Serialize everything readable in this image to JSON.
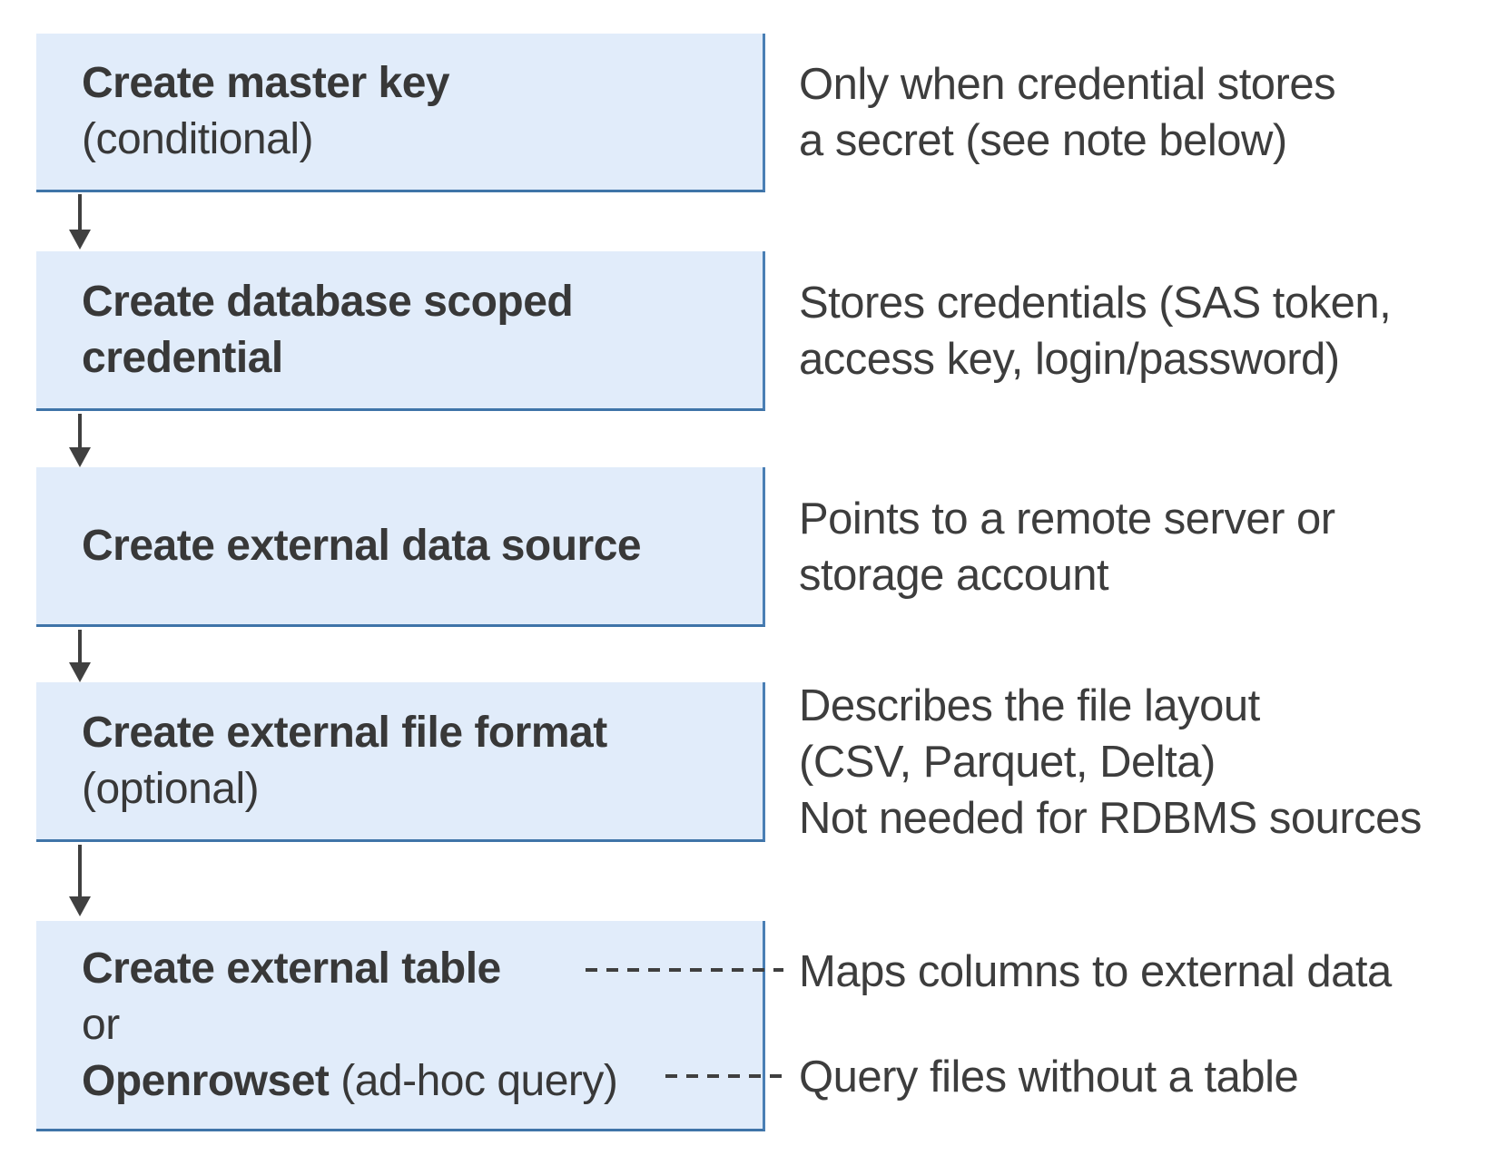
{
  "colors": {
    "box_fill": "#e1ecfa",
    "box_border": "#4a7fb5",
    "arrow": "#404040",
    "text": "#383838"
  },
  "steps": [
    {
      "id": "create-master-key",
      "title_lines": [
        "Create master key"
      ],
      "subtitle": "(conditional)",
      "note_lines": [
        "Only when credential stores",
        "a secret (see note below)"
      ]
    },
    {
      "id": "create-database-scoped-credential",
      "title_lines": [
        "Create database scoped",
        "credential"
      ],
      "note_lines": [
        "Stores credentials (SAS token,",
        "access key, login/password)"
      ]
    },
    {
      "id": "create-external-data-source",
      "title_lines": [
        "Create external data source"
      ],
      "note_lines": [
        "Points to a remote server or",
        "storage account"
      ]
    },
    {
      "id": "create-external-file-format",
      "title_lines": [
        "Create external file format"
      ],
      "subtitle": "(optional)",
      "note_lines": [
        "Describes the file layout",
        "(CSV, Parquet, Delta)",
        "Not needed for RDBMS sources"
      ]
    },
    {
      "id": "create-external-table-or-openrowset",
      "title_lines": [
        "Create external table"
      ],
      "or_label": "or",
      "alt_title": "Openrowset",
      "alt_suffix": " (ad-hoc query)",
      "notes": {
        "table_note": "Maps columns to external data",
        "openrowset_note": "Query files without a table"
      }
    }
  ]
}
